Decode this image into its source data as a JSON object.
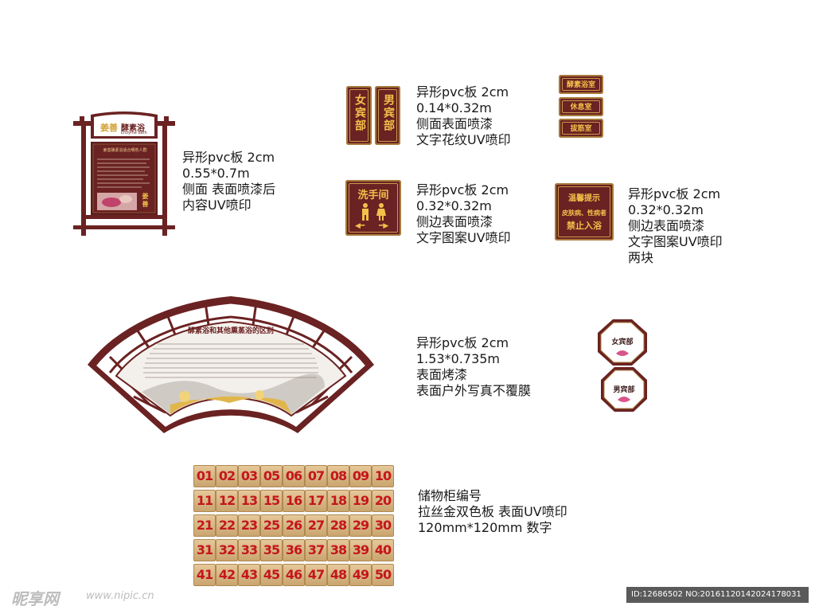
{
  "specs": {
    "board_sign": [
      "异形pvc板 2cm",
      "0.55*0.7m",
      "侧面 表面喷漆后",
      "内容UV喷印"
    ],
    "door_signs": [
      "异形pvc板 2cm",
      "0.14*0.32m",
      "侧面表面喷漆",
      "文字花纹UV喷印"
    ],
    "washroom": [
      "异形pvc板 2cm",
      "0.32*0.32m",
      "侧边表面喷漆",
      "文字图案UV喷印"
    ],
    "reminder": [
      "异形pvc板 2cm",
      "0.32*0.32m",
      "侧边表面喷漆",
      "文字图案UV喷印",
      "两块"
    ],
    "fan_board": [
      "异形pvc板 2cm",
      "1.53*0.735m",
      "表面烤漆",
      "表面户外写真不覆膜"
    ],
    "lockers": [
      "储物柜编号",
      "拉丝金双色板 表面UV喷印",
      "120mm*120mm 数字"
    ]
  },
  "board_sign": {
    "brand": "姜善",
    "brand_name": "酵素浴",
    "brand_sub": "Enzyme bath",
    "heading": "姜善酵素浴适合哪些人群",
    "side_text": "姜善"
  },
  "door_signs": {
    "women": "女宾部",
    "men": "男宾部"
  },
  "room_plates": [
    "酵素浴室",
    "休息室",
    "拔筋室"
  ],
  "washroom_sign": {
    "title": "洗手间",
    "male_icon": "man-icon",
    "female_icon": "woman-icon"
  },
  "reminder_sign": {
    "title": "温馨提示",
    "line1": "皮肤病、性病者",
    "line2": "禁止入浴"
  },
  "fan_board": {
    "title": "酵素浴和其他熏蒸浴的区别"
  },
  "octagon_signs": {
    "women": "女宾部",
    "men": "男宾部"
  },
  "lockers": [
    [
      "01",
      "02",
      "03",
      "05",
      "06",
      "07",
      "08",
      "09",
      "10"
    ],
    [
      "11",
      "12",
      "13",
      "15",
      "16",
      "17",
      "18",
      "19",
      "20"
    ],
    [
      "21",
      "22",
      "23",
      "25",
      "26",
      "27",
      "28",
      "29",
      "30"
    ],
    [
      "31",
      "32",
      "33",
      "35",
      "36",
      "37",
      "38",
      "39",
      "40"
    ],
    [
      "41",
      "42",
      "43",
      "45",
      "46",
      "47",
      "48",
      "49",
      "50"
    ]
  ],
  "footer": {
    "watermark": "昵享网",
    "url": "www.nipic.cn",
    "id_text": "ID:12686502 NO:20161120142024178031"
  },
  "colors": {
    "maroon": "#6b2222",
    "gold": "#f2c14a",
    "locker_red": "#c4161c"
  }
}
